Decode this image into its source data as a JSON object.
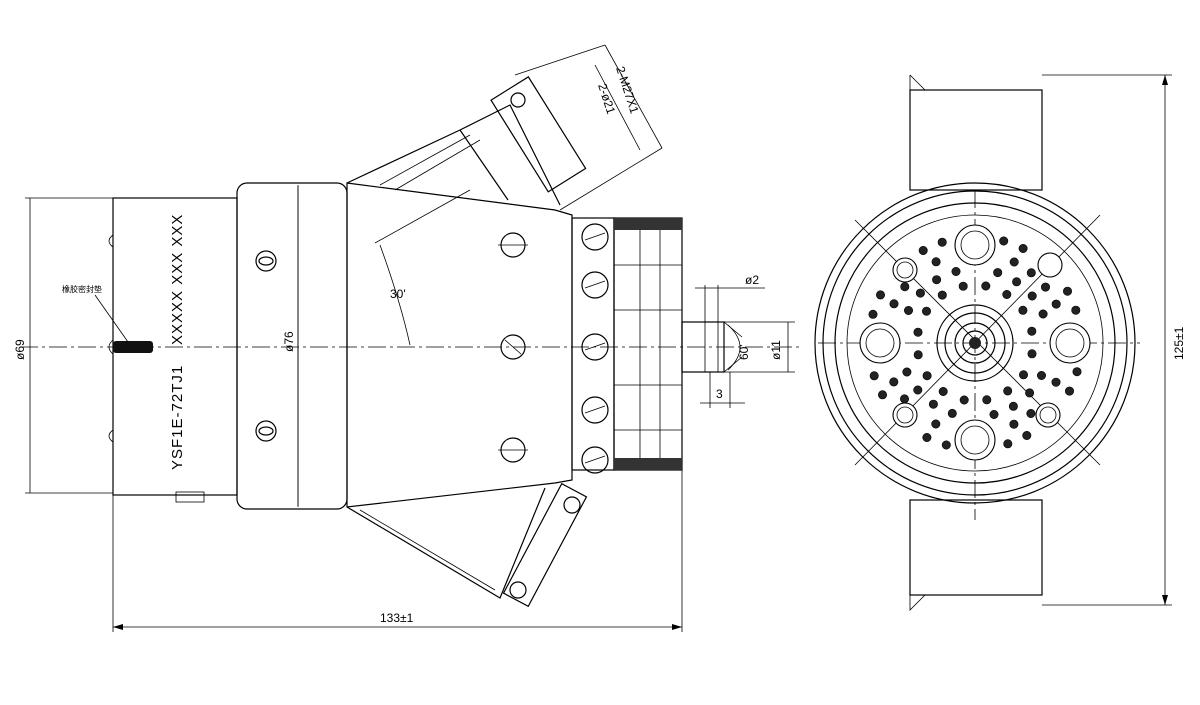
{
  "labels": {
    "diameter_69": "ø69",
    "diameter_76": "ø76",
    "angle_30": "30'",
    "thread": "2-M27X1",
    "diameter_21": "2-ø21",
    "diameter_2": "ø2",
    "angle_60": "60'",
    "diameter_11": "ø11",
    "dim_3": "3",
    "length_133": "133±1",
    "height_125": "125±1",
    "part_number": "YSF1E-72TJ1",
    "serial_marking": "XXXXX XXX XXX",
    "note_label": "橡胶密封垫"
  },
  "colors": {
    "line": "#000000",
    "background": "#ffffff"
  }
}
